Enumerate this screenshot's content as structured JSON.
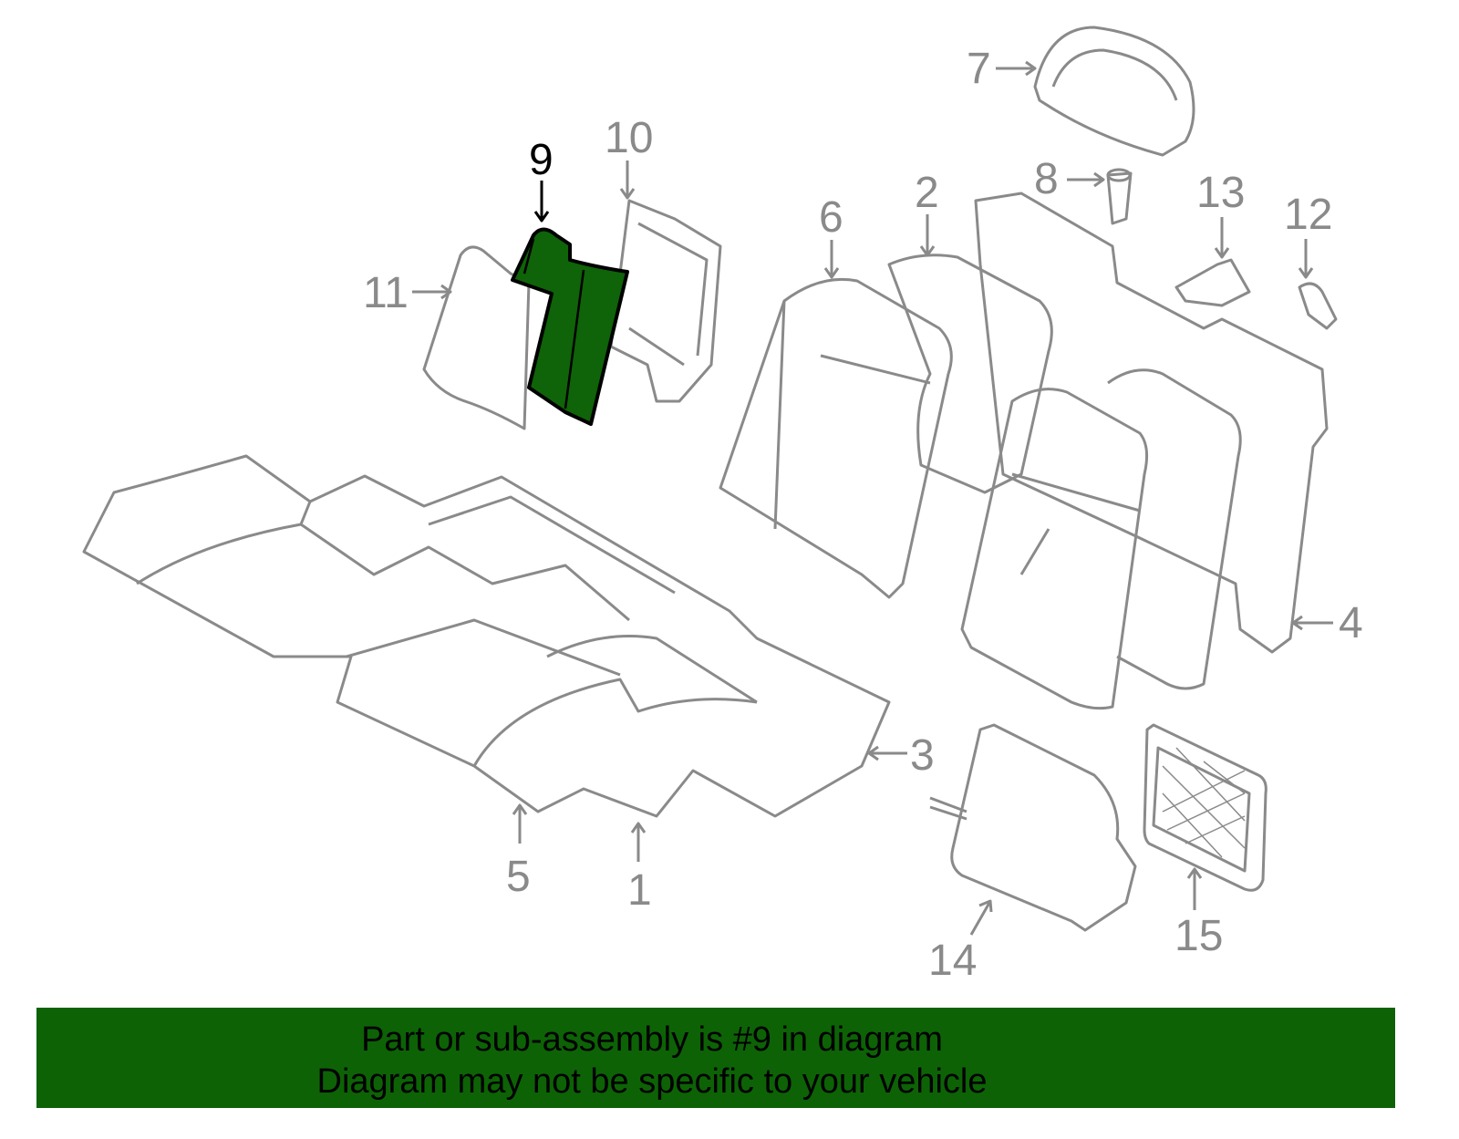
{
  "diagram": {
    "highlight_color": "#0f6308",
    "line_color": "#8a8a8a",
    "selected_part": "9",
    "callouts": [
      "1",
      "2",
      "3",
      "4",
      "5",
      "6",
      "7",
      "8",
      "9",
      "10",
      "11",
      "12",
      "13",
      "14",
      "15"
    ]
  },
  "banner": {
    "line1": "Part or sub-assembly is #9 in diagram",
    "line2": "Diagram may not be specific to your vehicle",
    "background": "#0d6206"
  }
}
